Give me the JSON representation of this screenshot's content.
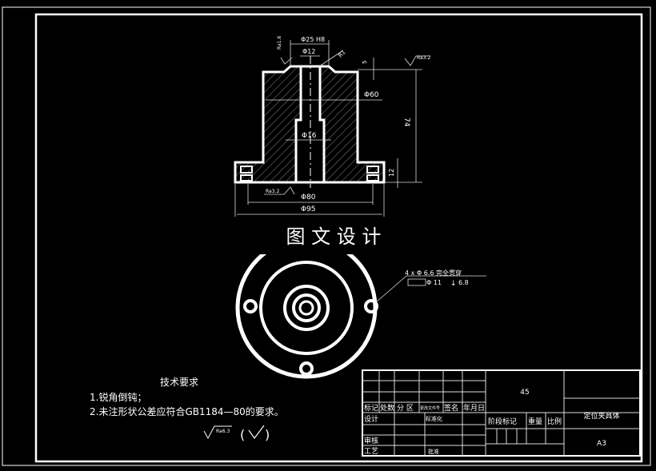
{
  "drawing": {
    "watermark": "图 文 设 计",
    "dimensions": {
      "d25": "Φ25 H8",
      "d12": "Φ12",
      "r1": "R1",
      "five": "5",
      "d60": "Φ60",
      "d16": "Φ16",
      "h74": "74",
      "h12": "12",
      "d80": "Φ80",
      "d95": "Φ95",
      "ra_top": "Ra3.2",
      "ra_left": "Ra1.6",
      "ra_bottom": "Ra3.2",
      "hole_callout_1": "4 x Φ  6.6 完全贯穿",
      "hole_callout_2": "Φ 11",
      "hole_callout_3": "6.8"
    },
    "tech_requirements": {
      "title": "技术要求",
      "item1": "1.锐角倒钝；",
      "item2": "2.未注形状公差应符合GB1184—80的要求。",
      "roughness": "Ra6.3"
    }
  },
  "title_block": {
    "material": "45",
    "part_name": "定位夹具体",
    "sheet_size": "A3",
    "headers": [
      "标记",
      "处数",
      "分 区",
      "更改文件号",
      "签名",
      "年月日"
    ],
    "design": "设计",
    "standardization": "标准化",
    "review": "审核",
    "process": "工艺",
    "approve": "批准",
    "stage_mark": "阶段标记",
    "weight": "重量",
    "scale": "比例"
  }
}
